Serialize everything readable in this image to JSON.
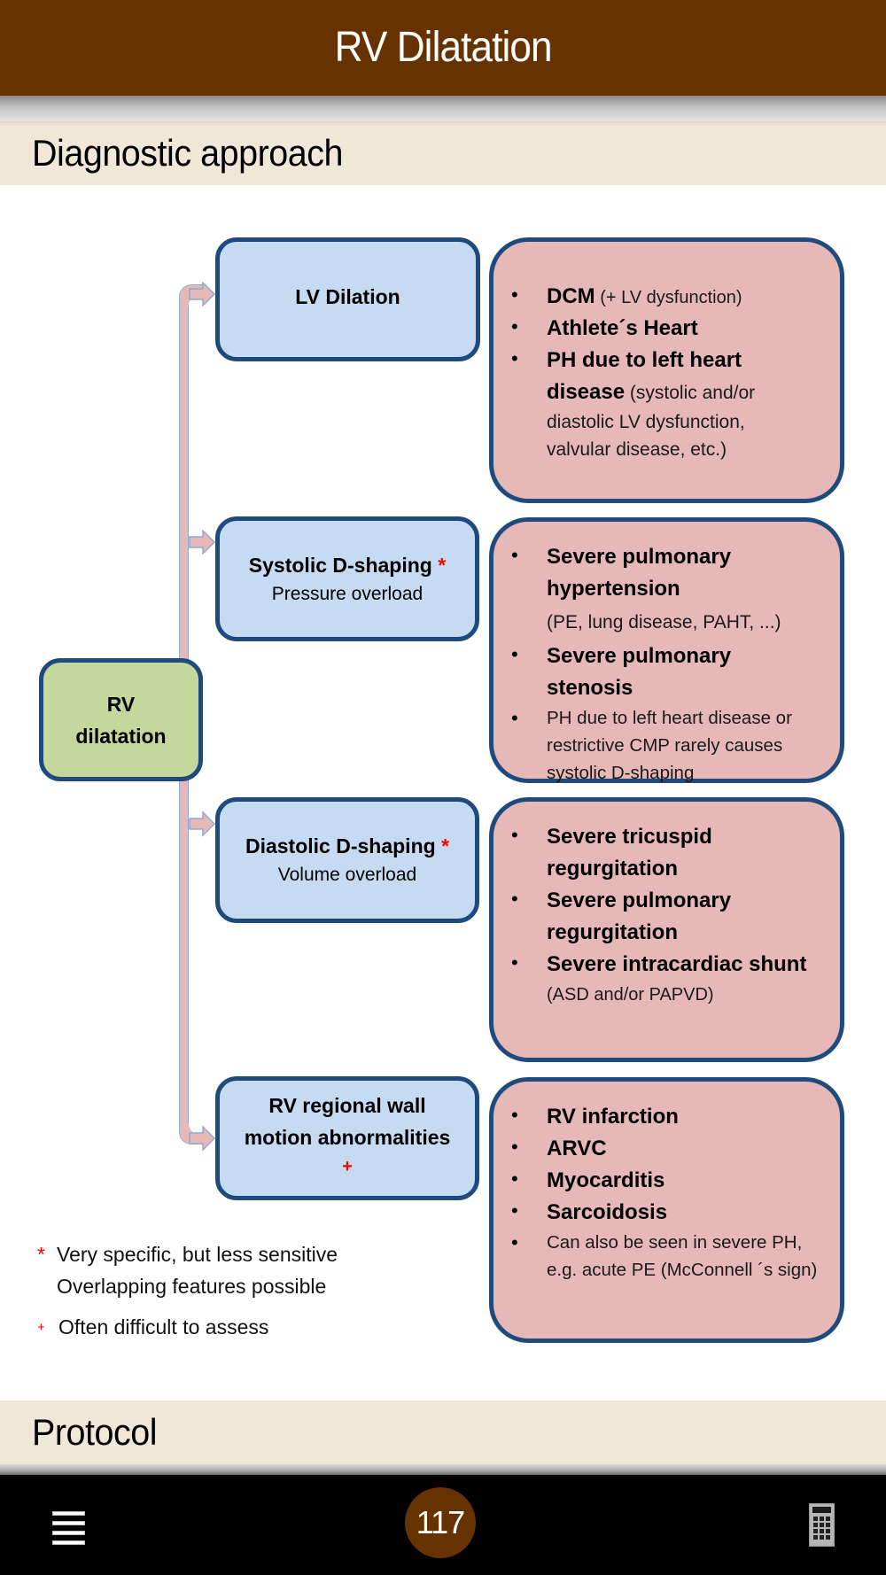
{
  "header": {
    "title": "RV Dilatation"
  },
  "sections": [
    {
      "label": "Diagnostic approach"
    },
    {
      "label": "Protocol"
    }
  ],
  "diagram": {
    "root": {
      "line1": "RV",
      "line2": "dilatation",
      "color": "#c4d79c"
    },
    "branches": [
      {
        "title": "LV Dilation",
        "title_mark": "",
        "subtitle": "",
        "mark_line": "",
        "findings": [
          {
            "strong": "DCM",
            "normal": " (+ LV dysfunction)"
          },
          {
            "strong": "Athlete´s Heart",
            "normal": ""
          },
          {
            "strong": "PH due to left heart disease",
            "normal": " (systolic and/or diastolic LV dysfunction, valvular disease, etc.)"
          }
        ]
      },
      {
        "title": "Systolic D-shaping",
        "title_mark": "*",
        "subtitle": "Pressure overload",
        "mark_line": "",
        "findings": [
          {
            "strong": "Severe pulmonary hypertension",
            "normal": "(PE, lung disease, PAHT, ...)"
          },
          {
            "strong": "Severe pulmonary stenosis",
            "normal": ""
          },
          {
            "strong": "",
            "normal": "PH due to left heart disease or restrictive CMP rarely causes systolic D-shaping"
          }
        ]
      },
      {
        "title": "Diastolic D-shaping",
        "title_mark": "*",
        "subtitle": "Volume overload",
        "mark_line": "",
        "findings": [
          {
            "strong": "Severe tricuspid regurgitation",
            "normal": ""
          },
          {
            "strong": "Severe pulmonary regurgitation",
            "normal": ""
          },
          {
            "strong": "Severe intracardiac shunt",
            "normal": "(ASD and/or PAPVD)"
          }
        ]
      },
      {
        "title": "RV regional wall motion abnormalities",
        "title_mark": "",
        "subtitle": "",
        "mark_line": "+",
        "findings": [
          {
            "strong": "RV infarction",
            "normal": ""
          },
          {
            "strong": "ARVC",
            "normal": ""
          },
          {
            "strong": "Myocarditis",
            "normal": ""
          },
          {
            "strong": "Sarcoidosis",
            "normal": ""
          },
          {
            "strong": "",
            "normal": "Can also be seen in severe PH, e.g. acute PE (McConnell ´s sign)"
          }
        ]
      }
    ],
    "legend": [
      {
        "mark": "*",
        "line1": "Very specific, but less sensitive",
        "line2": "Overlapping features possible"
      },
      {
        "mark": "+",
        "line1": "Often difficult to assess",
        "line2": ""
      }
    ]
  },
  "footer": {
    "menu_icon": "hamburger-menu-icon",
    "page_number": "117",
    "calculator_icon": "calculator-icon"
  },
  "colors": {
    "brand": "#663300",
    "section_band": "#f1e7d9",
    "box_blue": "#c6daf1",
    "box_pink": "#e6b8b7",
    "box_green": "#c4d79c",
    "box_border": "#1f4a7c",
    "connector": "#e6b8b7",
    "asterisk": "#ff0000"
  }
}
